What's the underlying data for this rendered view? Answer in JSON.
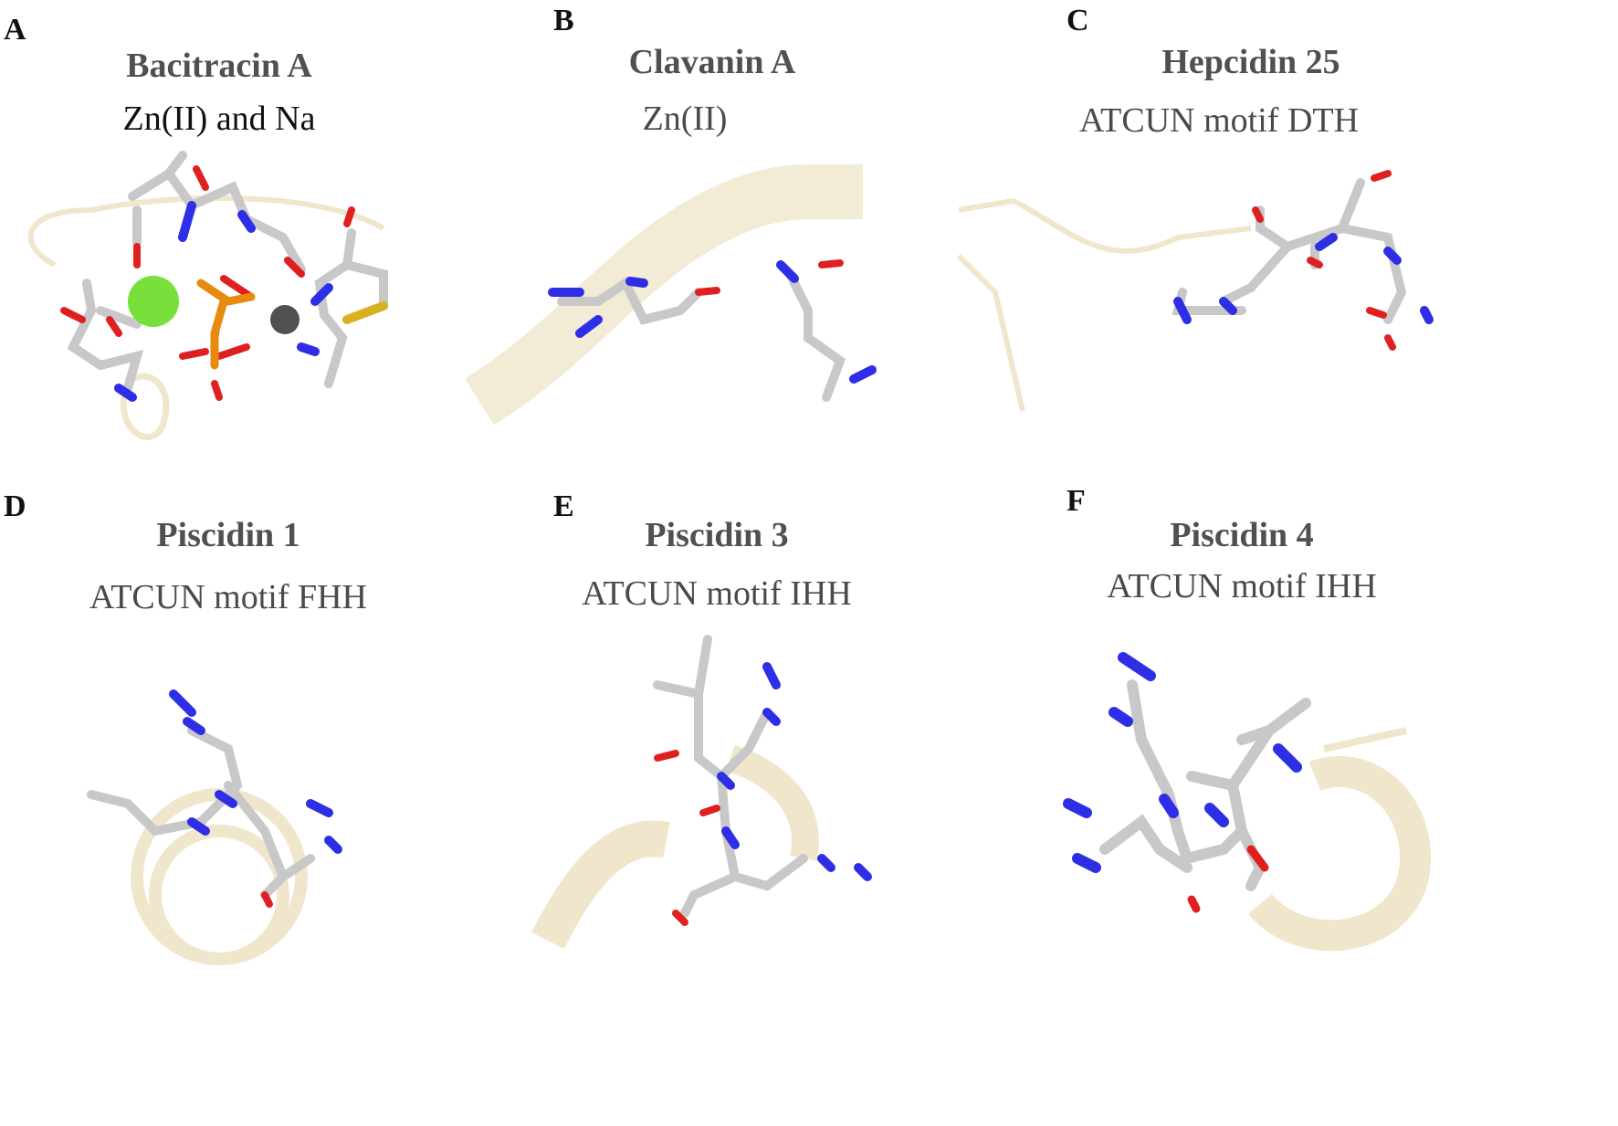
{
  "colors": {
    "carbon": "#c8c8c8",
    "nitrogen": "#2e2ee6",
    "oxygen": "#e02020",
    "phosphorus": "#e88a10",
    "sulfur": "#d8b020",
    "sodium": "#78e03a",
    "zinc": "#505050",
    "cartoon": "#efe6cc"
  },
  "panels": [
    {
      "letter": "A",
      "name": "Bacitracin A",
      "note": "Zn(II) and Na"
    },
    {
      "letter": "B",
      "name": "Clavanin A",
      "note": "Zn(II)"
    },
    {
      "letter": "C",
      "name": "Hepcidin 25",
      "note": "ATCUN motif DTH"
    },
    {
      "letter": "D",
      "name": "Piscidin 1",
      "note": "ATCUN motif FHH"
    },
    {
      "letter": "E",
      "name": "Piscidin 3",
      "note": "ATCUN motif IHH"
    },
    {
      "letter": "F",
      "name": "Piscidin 4",
      "note": "ATCUN motif IHH"
    }
  ]
}
